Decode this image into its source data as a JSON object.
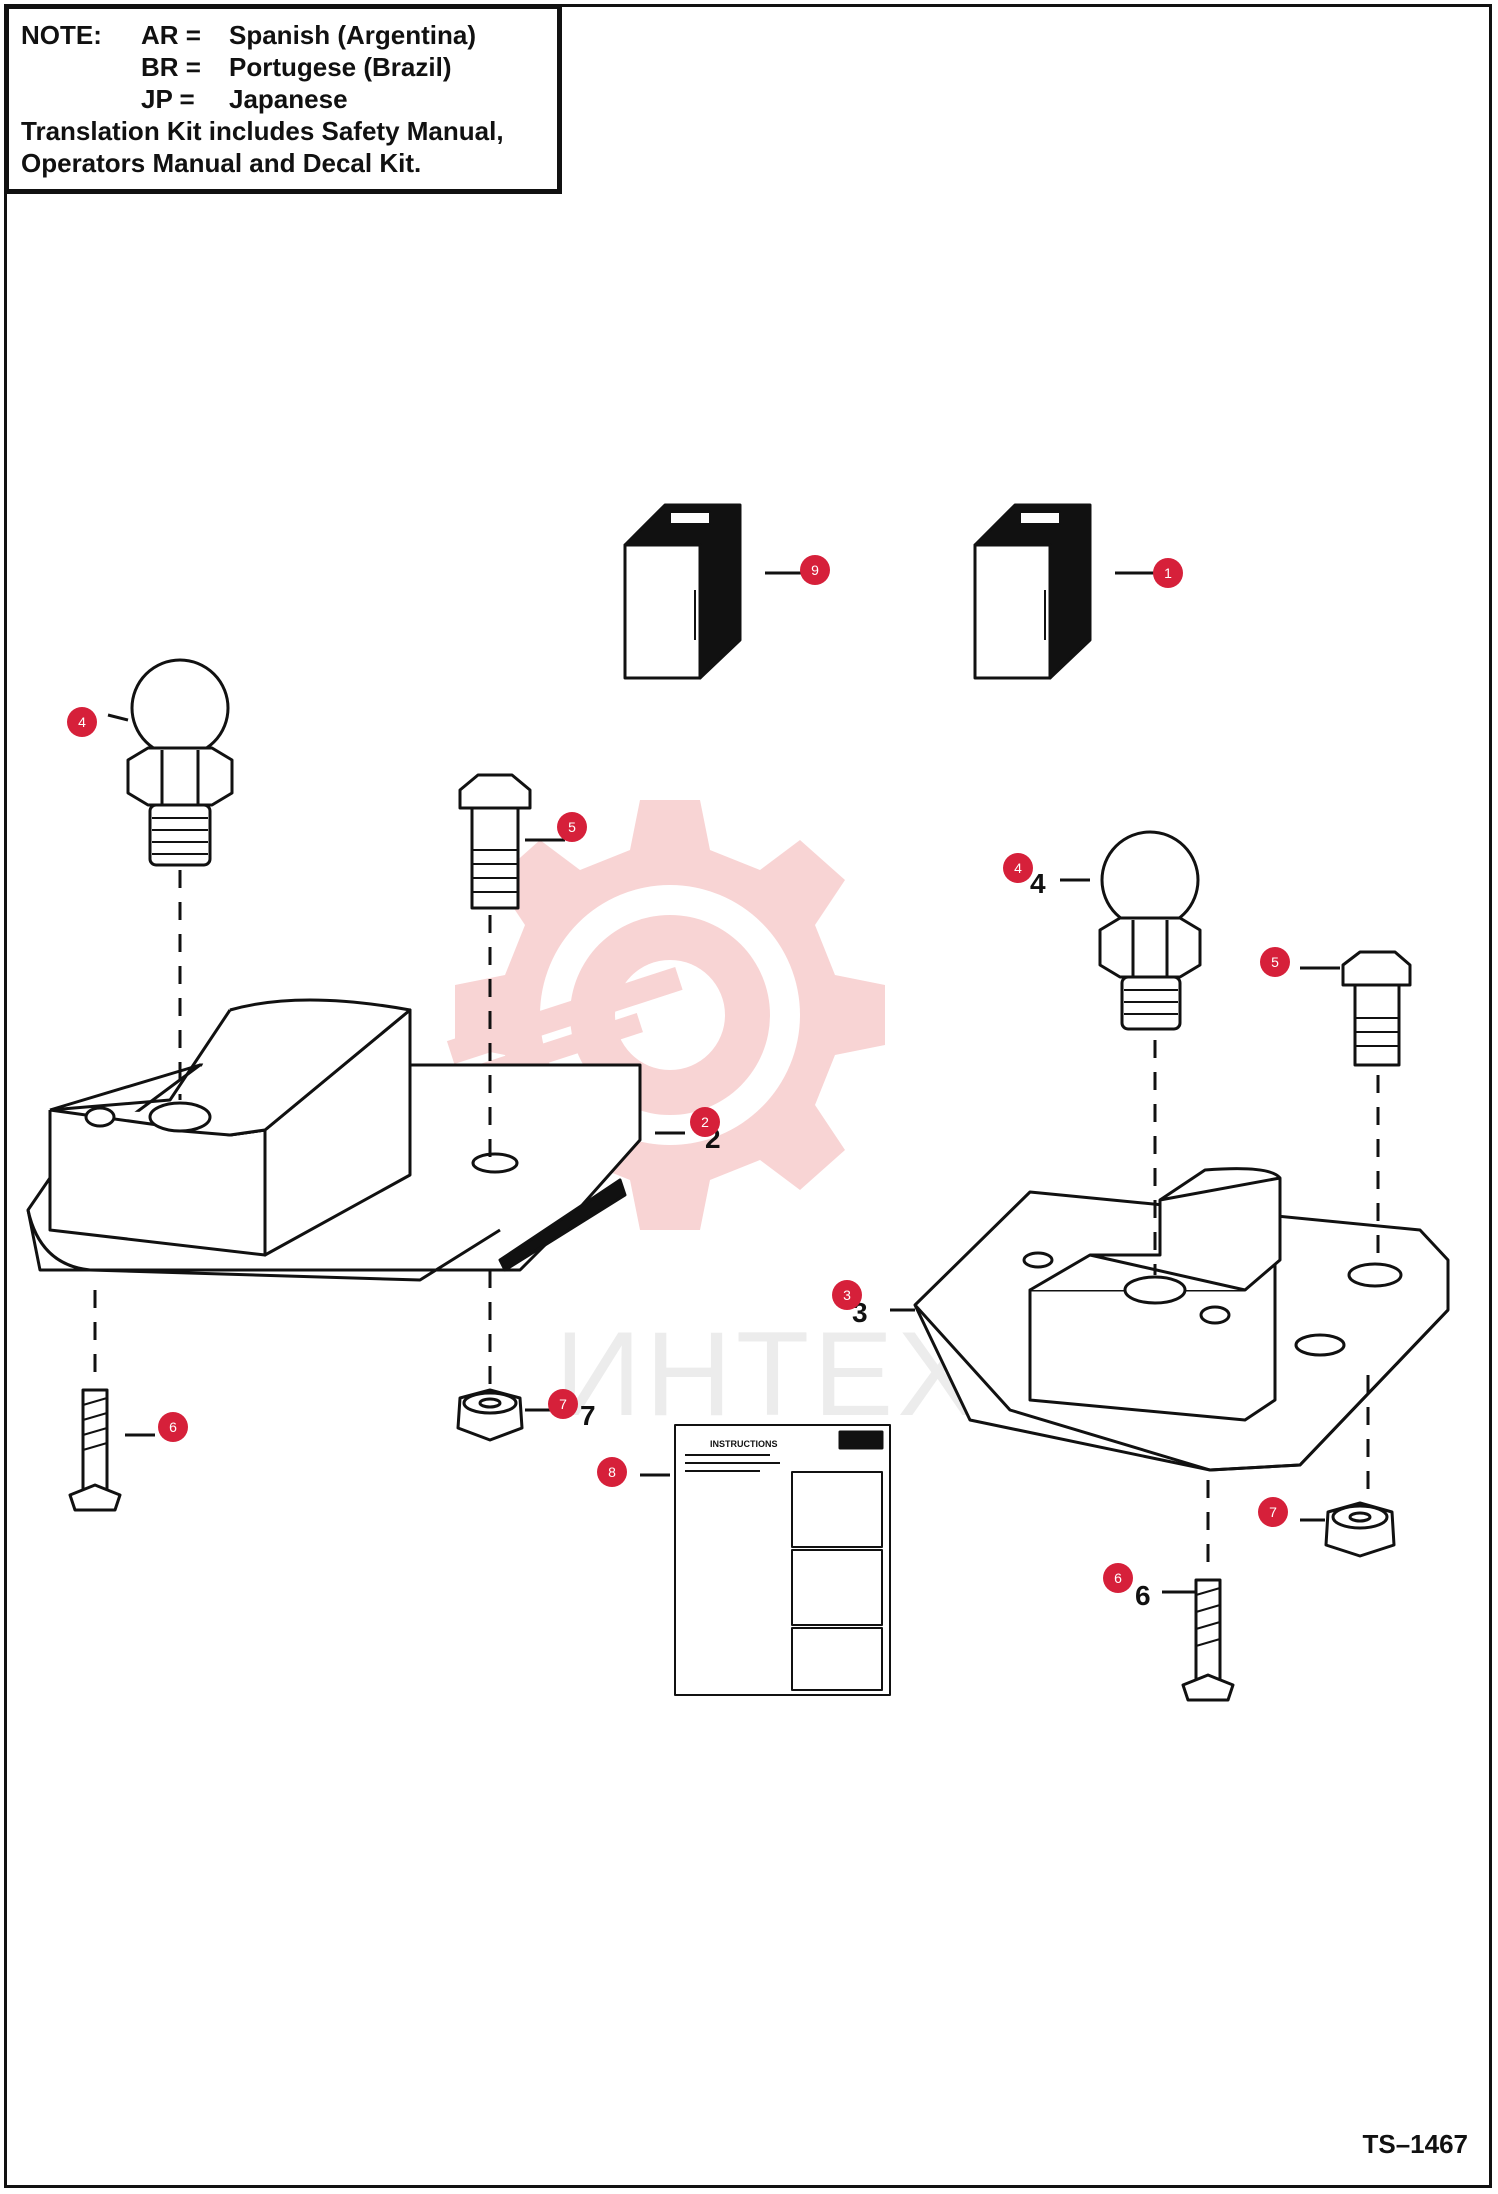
{
  "note": {
    "label": "NOTE:",
    "languages": [
      {
        "code": "AR =",
        "name": "Spanish (Argentina)"
      },
      {
        "code": "BR =",
        "name": "Portugese (Brazil)"
      },
      {
        "code": "JP =",
        "name": "Japanese"
      }
    ],
    "line1": "Translation Kit includes Safety Manual,",
    "line2": "Operators Manual and Decal Kit."
  },
  "callouts": {
    "c1": "1",
    "c2": "2",
    "c3": "3",
    "c4a": "4",
    "c4b": "4",
    "c5a": "5",
    "c5b": "5",
    "c6a": "6",
    "c6b": "6",
    "c7a": "7",
    "c7b": "7",
    "c8": "8",
    "c9": "9"
  },
  "labels": {
    "n2": "2",
    "n3": "3",
    "n4": "4",
    "n6": "6",
    "n7": "7"
  },
  "instructions_sheet": {
    "title": "INSTRUCTIONS"
  },
  "watermark": {
    "text": "ИНТЕХ"
  },
  "drawing_id": "TS–1467",
  "colors": {
    "callout": "#d6203a",
    "line": "#111111",
    "watermark": "#f6c4c4"
  }
}
